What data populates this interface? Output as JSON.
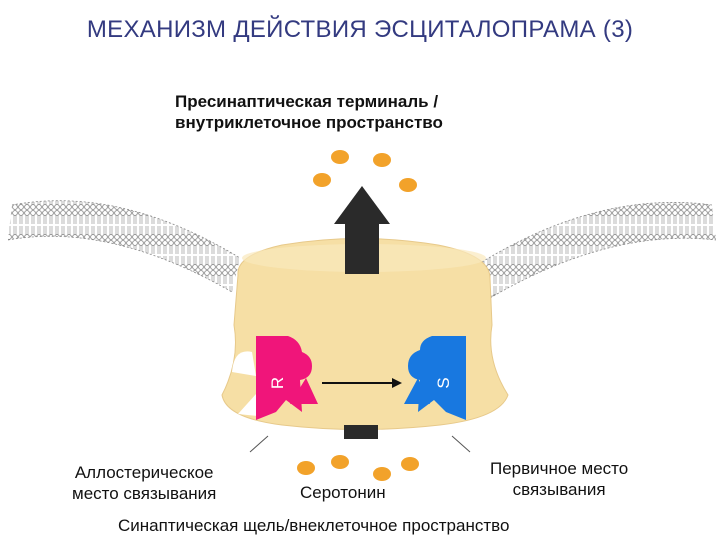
{
  "title": "МЕХАНИЗМ ДЕЙСТВИЯ ЭСЦИТАЛОПРАМА (3)",
  "labels": {
    "presynaptic_line1": "Пресинаптическая терминаль /",
    "presynaptic_line2": "внутриклеточное пространство",
    "allosteric_line1": "Аллостерическое",
    "allosteric_line2": "место связывания",
    "serotonin": "Серотонин",
    "primary_line1": "Первичное место",
    "primary_line2": "связывания",
    "synaptic": "Синаптическая щель/внеклеточное пространство"
  },
  "site_labels": {
    "allosteric": "R",
    "primary": "S"
  },
  "colors": {
    "title": "#333a80",
    "transporter": "#f6dfa5",
    "allosteric_site": "#f0157a",
    "primary_site": "#1878e0",
    "serotonin": "#f2a22a",
    "arrow": "#2a2a2a"
  }
}
